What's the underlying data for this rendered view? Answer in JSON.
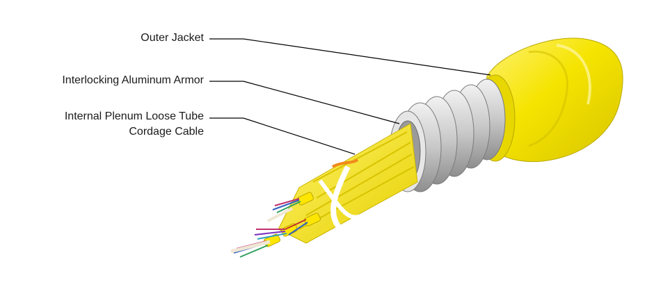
{
  "labels": {
    "outer_jacket": "Outer Jacket",
    "armor": "Interlocking Aluminum Armor",
    "cordage_line1": "Internal Plenum Loose Tube",
    "cordage_line2": "Cordage Cable"
  },
  "colors": {
    "jacket_yellow": "#f5e400",
    "armor_gray": "#c9c9c9",
    "fiber_tube_yellow": "#ffe600",
    "leader_line": "#000000",
    "ripcord_orange": "#f08a1c"
  }
}
